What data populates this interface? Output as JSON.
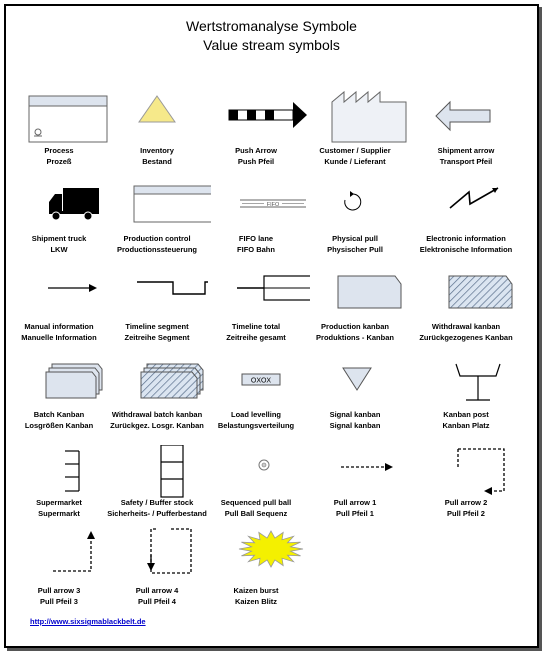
{
  "title_de": "Wertstromanalyse Symbole",
  "title_en": "Value stream symbols",
  "symbols": [
    {
      "l1": "Process",
      "l2": "Prozeß",
      "icon": "process-icon"
    },
    {
      "l1": "Inventory",
      "l2": "Bestand",
      "icon": "inventory-triangle-icon"
    },
    {
      "l1": "Push Arrow",
      "l2": "Push Pfeil",
      "icon": "push-arrow-icon"
    },
    {
      "l1": "Customer / Supplier",
      "l2": "Kunde / Lieferant",
      "icon": "factory-icon"
    },
    {
      "l1": "Shipment arrow",
      "l2": "Transport Pfeil",
      "icon": "shipment-arrow-icon"
    },
    {
      "l1": "Shipment truck",
      "l2": "LKW",
      "icon": "truck-icon"
    },
    {
      "l1": "Production control",
      "l2": "Productionssteuerung",
      "icon": "production-control-icon"
    },
    {
      "l1": "FIFO lane",
      "l2": "FIFO Bahn",
      "icon": "fifo-lane-icon",
      "inner": "FIFO"
    },
    {
      "l1": "Physical pull",
      "l2": "Physischer Pull",
      "icon": "physical-pull-icon"
    },
    {
      "l1": "Electronic information",
      "l2": "Elektronische Information",
      "icon": "electronic-info-icon"
    },
    {
      "l1": "Manual information",
      "l2": "Manuelle Information",
      "icon": "manual-info-arrow-icon"
    },
    {
      "l1": "Timeline segment",
      "l2": "Zeitreihe Segment",
      "icon": "timeline-segment-icon"
    },
    {
      "l1": "Timeline total",
      "l2": "Zeitreihe gesamt",
      "icon": "timeline-total-icon"
    },
    {
      "l1": "Production kanban",
      "l2": "Produktions - Kanban",
      "icon": "production-kanban-icon"
    },
    {
      "l1": "Withdrawal kanban",
      "l2": "Zurückgezogenes Kanban",
      "icon": "withdrawal-kanban-icon"
    },
    {
      "l1": "Batch Kanban",
      "l2": "Losgrößen Kanban",
      "icon": "batch-kanban-icon"
    },
    {
      "l1": "Withdrawal batch kanban",
      "l2": "Zurückgez. Losgr. Kanban",
      "icon": "withdrawal-batch-kanban-icon"
    },
    {
      "l1": "Load levelling",
      "l2": "Belastungsverteilung",
      "icon": "load-levelling-icon",
      "inner": "OXOX"
    },
    {
      "l1": "Signal kanban",
      "l2": "Signal kanban",
      "icon": "signal-kanban-icon"
    },
    {
      "l1": "Kanban post",
      "l2": "Kanban Platz",
      "icon": "kanban-post-icon"
    },
    {
      "l1": "Supermarket",
      "l2": "Supermarkt",
      "icon": "supermarket-icon"
    },
    {
      "l1": "Safety / Buffer stock",
      "l2": "Sicherheits- / Pufferbestand",
      "icon": "buffer-stock-icon"
    },
    {
      "l1": "Sequenced pull ball",
      "l2": "Pull Ball Sequenz",
      "icon": "sequenced-pull-ball-icon"
    },
    {
      "l1": "Pull arrow 1",
      "l2": "Pull Pfeil 1",
      "icon": "pull-arrow-1-icon"
    },
    {
      "l1": "Pull arrow 2",
      "l2": "Pull Pfeil 2",
      "icon": "pull-arrow-2-icon"
    },
    {
      "l1": "Pull arrow 3",
      "l2": "Pull Pfeil 3",
      "icon": "pull-arrow-3-icon"
    },
    {
      "l1": "Pull arrow 4",
      "l2": "Pull Pfeil 4",
      "icon": "pull-arrow-4-icon"
    },
    {
      "l1": "Kaizen burst",
      "l2": "Kaizen Blitz",
      "icon": "kaizen-burst-icon"
    }
  ],
  "link": "http://www.sixsigmablackbelt.de"
}
